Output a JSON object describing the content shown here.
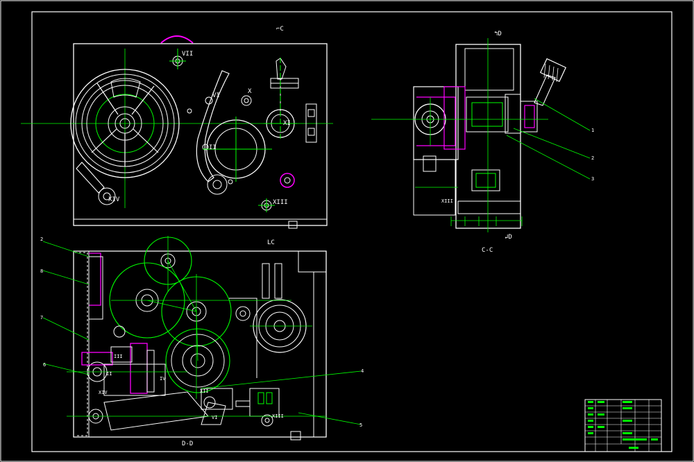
{
  "colors": {
    "background": "#000000",
    "outline": "#ffffff",
    "dimension": "#00ff00",
    "highlight": "#ff00ff"
  },
  "views": {
    "front": {
      "marker": "C"
    },
    "section_dd": {
      "marker_c": "C",
      "title": "D-D"
    },
    "section_cc": {
      "marker_top": "D",
      "marker_bottom": "D",
      "title": "C-C"
    }
  },
  "shaft_labels": {
    "front": [
      "VII",
      "VI",
      "X",
      "XI",
      "XIV",
      "XIII",
      "II"
    ],
    "section_dd": [
      "III",
      "IV",
      "XII",
      "II",
      "XIII",
      "XIV",
      "VI"
    ],
    "section_cc": [
      "XIII"
    ]
  },
  "part_numbers": {
    "section_dd": [
      "2",
      "8",
      "7",
      "6",
      "4",
      "5"
    ],
    "section_cc": [
      "1",
      "2",
      "3"
    ]
  },
  "title_block": {
    "rows": 8,
    "cols": 5
  }
}
